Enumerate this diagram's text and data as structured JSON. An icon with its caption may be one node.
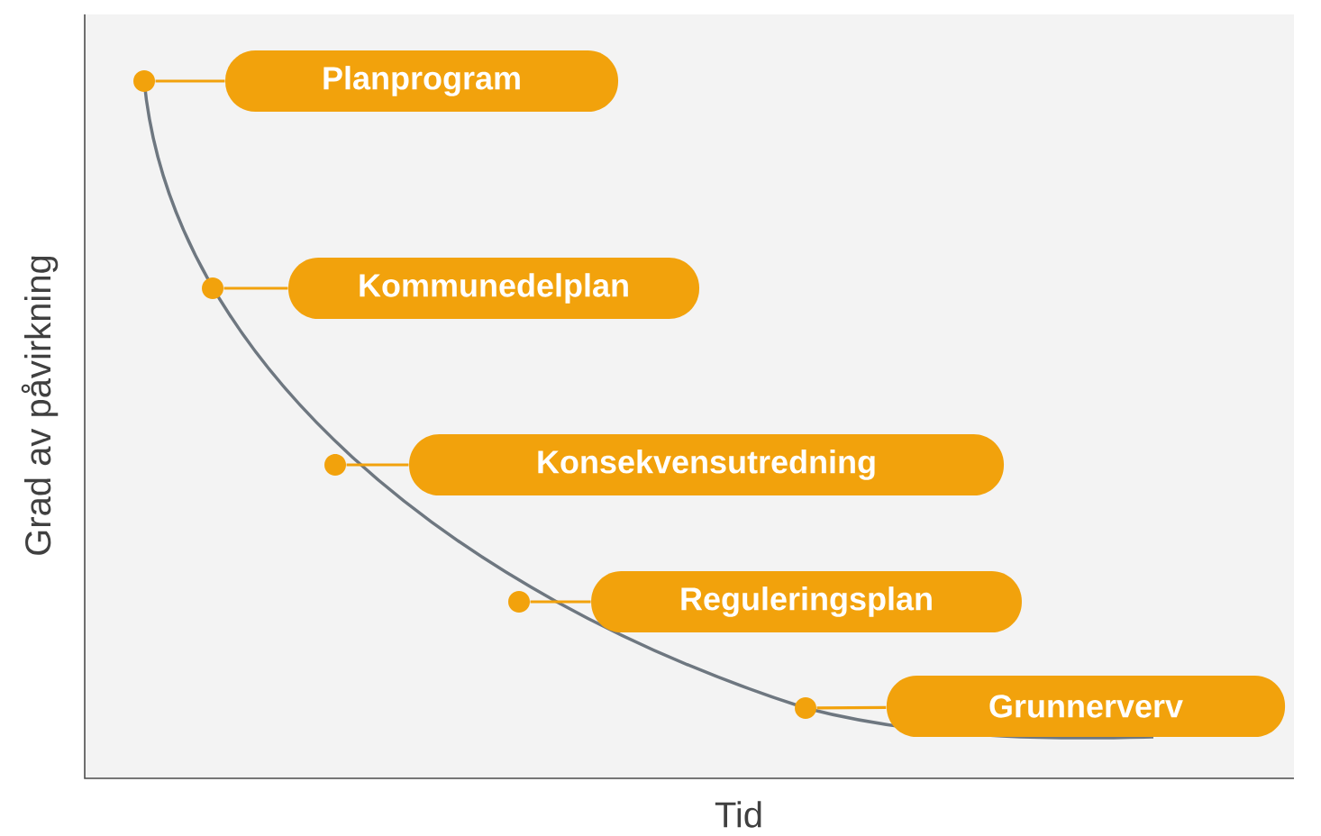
{
  "diagram": {
    "nodes": [
      {
        "text": [
          "Planprogram"
        ]
      },
      {
        "text": [
          "Kommunedelplan"
        ]
      },
      {
        "text": [
          "Konsekvensutredning"
        ]
      },
      {
        "text": [
          "Reguleringsplan"
        ]
      },
      {
        "text": [
          "Grunnerverv"
        ]
      },
      {
        "text": [],
        "shape": "circle"
      },
      {
        "text": [],
        "shape": "circle"
      },
      {
        "text": [],
        "shape": "circle"
      },
      {
        "text": [],
        "shape": "circle"
      },
      {
        "text": [],
        "shape": "circle"
      }
    ],
    "edges": [
      {
        "from": 5,
        "to": 0,
        "arrow": "none"
      },
      {
        "from": 6,
        "to": 1,
        "arrow": "none"
      },
      {
        "from": 7,
        "to": 2,
        "arrow": "none"
      },
      {
        "from": 8,
        "to": 3,
        "arrow": "none"
      },
      {
        "from": 9,
        "to": 4,
        "arrow": "none"
      }
    ],
    "labels": [
      "Grad av påvirkning",
      "Tid"
    ]
  }
}
